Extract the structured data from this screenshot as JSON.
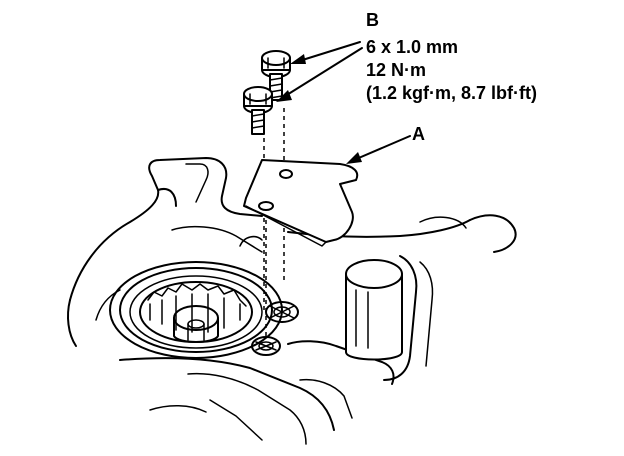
{
  "callouts": {
    "b": {
      "letter": "B",
      "spec_size": "6 x 1.0 mm",
      "spec_torque": "12 N·m",
      "spec_torque_alt": "(1.2 kgf·m, 8.7 lbf·ft)"
    },
    "a": {
      "letter": "A"
    }
  },
  "colors": {
    "ink": "#000000",
    "paper": "#ffffff"
  }
}
